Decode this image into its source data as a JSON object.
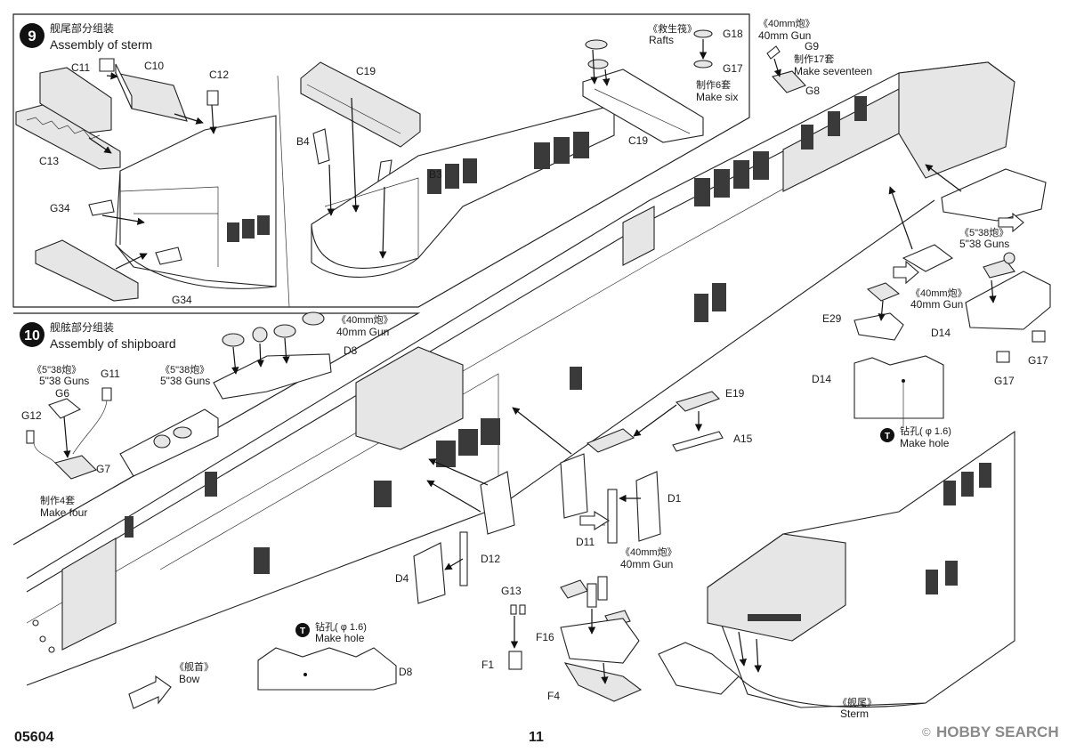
{
  "page": {
    "code": "05604",
    "number": "11",
    "watermark": "HOBBY SEARCH",
    "watermark_mark": "©"
  },
  "step9": {
    "number": "9",
    "title_cn": "舰尾部分组装",
    "title_en": "Assembly of sterm"
  },
  "step10": {
    "number": "10",
    "title_cn": "舰舷部分组装",
    "title_en": "Assembly of shipboard"
  },
  "labels": {
    "c11": "C11",
    "c10": "C10",
    "c12": "C12",
    "c13": "C13",
    "g34a": "G34",
    "g34b": "G34",
    "c19a": "C19",
    "c19b": "C19",
    "b4": "B4",
    "b3": "B3",
    "rafts_cn": "《救生筏》",
    "rafts_en": "Rafts",
    "g18": "G18",
    "g17a": "G17",
    "make_six_cn": "制作6套",
    "make_six_en": "Make six",
    "gun40_cn_a": "《40mm炮》",
    "gun40_en_a": "40mm Gun",
    "g9": "G9",
    "make17_cn": "制作17套",
    "make17_en": "Make seventeen",
    "g8": "G8",
    "gun538_cn_a": "《5\"38炮》",
    "gun538_en_a": "5\"38 Guns",
    "gun40_cn_b": "《40mm炮》",
    "gun40_en_b": "40mm Gun",
    "e29": "E29",
    "d14a": "D14",
    "g17b": "G17",
    "g17c": "G17",
    "d14b": "D14",
    "hole_cn_a": "钻孔(  φ 1.6)",
    "hole_en_a": "Make hole",
    "gun40_cn_c": "《40mm炮》",
    "gun40_en_c": "40mm Gun",
    "d8a": "D8",
    "gun538_cn_b": "《5\"38炮》",
    "gun538_en_b": "5\"38 Guns",
    "gun538_cn_c": "《5\"38炮》",
    "gun538_en_c": "5\"38 Guns",
    "g11": "G11",
    "g6": "G6",
    "g12": "G12",
    "g7": "G7",
    "make_four_cn": "制作4套",
    "make_four_en": "Make four",
    "e19": "E19",
    "a15": "A15",
    "d1": "D1",
    "d11": "D11",
    "gun40_cn_d": "《40mm炮》",
    "gun40_en_d": "40mm Gun",
    "d12": "D12",
    "d4": "D4",
    "g13": "G13",
    "f16": "F16",
    "f1": "F1",
    "f4": "F4",
    "hole_cn_b": "钻孔(  φ 1.6)",
    "hole_en_b": "Make hole",
    "d8b": "D8",
    "bow_cn": "《舰首》",
    "bow_en": "Bow",
    "sterm_cn": "《舰尾》",
    "sterm_en": "Sterm",
    "hole_icon": "T"
  }
}
